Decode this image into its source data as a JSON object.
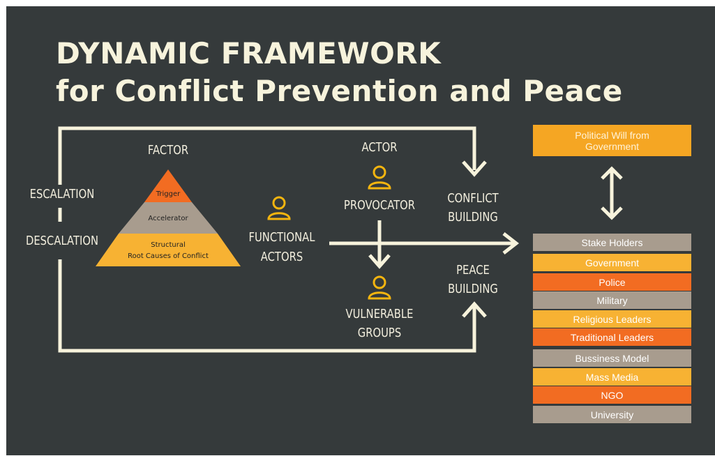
{
  "title_line1": "DYNAMIC FRAMEWORK",
  "title_line2": "for Conflict Prevention and Peace",
  "labels": {
    "escalation": "ESCALATION",
    "descalation": "DESCALATION",
    "factor": "FACTOR",
    "actor": "ACTOR",
    "provocator": "PROVOCATOR",
    "functional_1": "FUNCTIONAL",
    "functional_2": "ACTORS",
    "vulnerable_1": "VULNERABLE",
    "vulnerable_2": "GROUPS",
    "conflict_1": "CONFLICT",
    "conflict_2": "BUILDING",
    "peace_1": "PEACE",
    "peace_2": "BUILDING"
  },
  "pyramid": {
    "top": "Trigger",
    "middle": "Accelerator",
    "bottom_1": "Structural",
    "bottom_2": "Root Causes of Conflict"
  },
  "political_will_1": "Political Will from",
  "political_will_2": "Government",
  "stakeholders": [
    {
      "label": "Stake Holders",
      "color": "#a89c8e"
    },
    {
      "label": "Government",
      "color": "#f7b233"
    },
    {
      "label": "Police",
      "color": "#f26c22"
    },
    {
      "label": "Military",
      "color": "#a89c8e"
    },
    {
      "label": "Religious Leaders",
      "color": "#f7b233"
    },
    {
      "label": "Traditional Leaders",
      "color": "#f26c22"
    },
    {
      "label": "Bussiness Model",
      "color": "#a89c8e"
    },
    {
      "label": "Mass Media",
      "color": "#f7b233"
    },
    {
      "label": "NGO",
      "color": "#f26c22"
    },
    {
      "label": "University",
      "color": "#a89c8e"
    }
  ],
  "colors": {
    "background": "#353a3b",
    "line": "#f7f3dc",
    "orange": "#f26c22",
    "amber": "#f7b233",
    "taupe": "#a89c8e",
    "icon": "#f5b50f"
  },
  "icons": [
    "person-icon"
  ]
}
